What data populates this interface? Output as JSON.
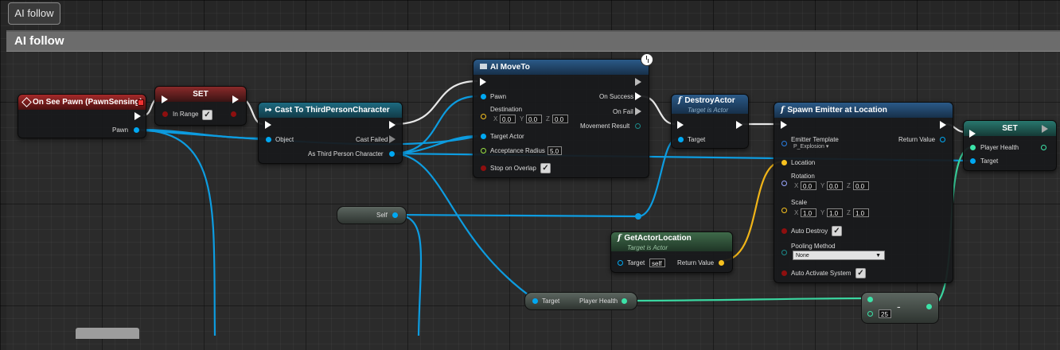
{
  "tab": {
    "label": "AI follow"
  },
  "comment": {
    "title": "AI follow"
  },
  "colors": {
    "exec": "#ffffff",
    "object": "#00a8f2",
    "vector": "#f7c11f",
    "float": "#3ce3a8",
    "event_header": "#a52a2a"
  },
  "nodes": {
    "event": {
      "title": "On See Pawn (PawnSensing)",
      "pin_pawn": "Pawn"
    },
    "set1": {
      "title": "SET",
      "pin_in_range": "In Range",
      "in_range_checked": "✓"
    },
    "cast": {
      "title": "Cast To ThirdPersonCharacter",
      "pin_object": "Object",
      "pin_cast_failed": "Cast Failed",
      "pin_as": "As Third Person Character"
    },
    "moveto": {
      "title": "AI MoveTo",
      "pin_pawn": "Pawn",
      "pin_destination": "Destination",
      "dest_x": "0.0",
      "dest_y": "0.0",
      "dest_z": "0.0",
      "pin_target_actor": "Target Actor",
      "pin_accept": "Acceptance Radius",
      "accept_value": "5.0",
      "pin_stop": "Stop on Overlap",
      "stop_checked": "✓",
      "pin_success": "On Success",
      "pin_fail": "On Fail",
      "pin_result": "Movement Result"
    },
    "destroy": {
      "title": "DestroyActor",
      "subtitle": "Target is Actor",
      "pin_target": "Target"
    },
    "getloc": {
      "title": "GetActorLocation",
      "subtitle": "Target is Actor",
      "pin_target": "Target",
      "target_value": "self",
      "pin_return": "Return Value"
    },
    "self": {
      "label": "Self"
    },
    "spawn": {
      "title": "Spawn Emitter at Location",
      "pin_template": "Emitter Template",
      "template_value": "P_Explosion",
      "pin_return": "Return Value",
      "pin_location": "Location",
      "pin_rotation": "Rotation",
      "rot_x": "0.0",
      "rot_y": "0.0",
      "rot_z": "0.0",
      "pin_scale": "Scale",
      "scale_x": "1.0",
      "scale_y": "1.0",
      "scale_z": "1.0",
      "pin_auto_destroy": "Auto Destroy",
      "auto_destroy_checked": "✓",
      "pin_pooling": "Pooling Method",
      "pooling_value": "None",
      "pin_auto_activate": "Auto Activate System",
      "auto_activate_checked": "✓"
    },
    "set2": {
      "title": "SET",
      "pin_player_health": "Player Health",
      "pin_target": "Target"
    },
    "getph": {
      "pin_target": "Target",
      "pin_player_health": "Player Health"
    },
    "minus": {
      "op": "-",
      "value": "25"
    }
  }
}
